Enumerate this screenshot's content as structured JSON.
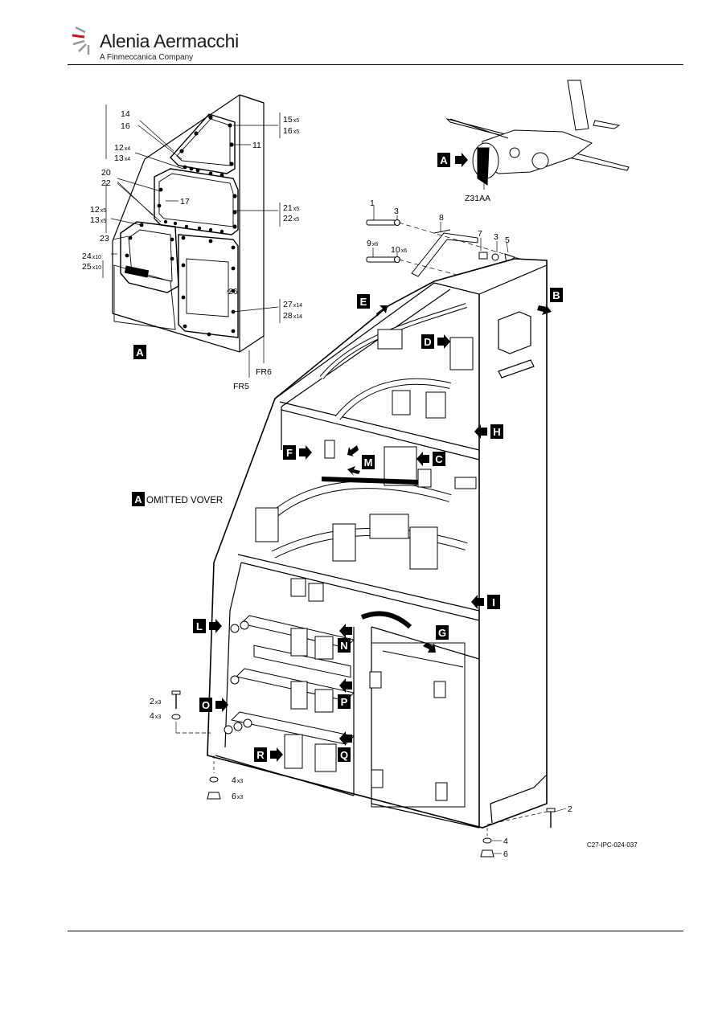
{
  "header": {
    "brand_name": "Alenia Aermacchi",
    "brand_sub": "A Finmeccanica Company"
  },
  "aircraft": {
    "zone": "Z31AA",
    "view_letter": "A"
  },
  "cover_panel": {
    "view_letter": "A",
    "callouts": [
      {
        "id": "c14",
        "num": "14",
        "qty": ""
      },
      {
        "id": "c16",
        "num": "16",
        "qty": ""
      },
      {
        "id": "c12a",
        "num": "12",
        "qty": "x4"
      },
      {
        "id": "c13a",
        "num": "13",
        "qty": "x4"
      },
      {
        "id": "c20",
        "num": "20",
        "qty": ""
      },
      {
        "id": "c22",
        "num": "22",
        "qty": ""
      },
      {
        "id": "c12b",
        "num": "12",
        "qty": "x5"
      },
      {
        "id": "c13b",
        "num": "13",
        "qty": "x5"
      },
      {
        "id": "c23",
        "num": "23",
        "qty": ""
      },
      {
        "id": "c24",
        "num": "24",
        "qty": "x10"
      },
      {
        "id": "c25",
        "num": "25",
        "qty": "x10"
      },
      {
        "id": "c15",
        "num": "15",
        "qty": "x5"
      },
      {
        "id": "c16b",
        "num": "16",
        "qty": "x5"
      },
      {
        "id": "c11",
        "num": "11",
        "qty": ""
      },
      {
        "id": "c17",
        "num": "17",
        "qty": ""
      },
      {
        "id": "c21",
        "num": "21",
        "qty": "x5"
      },
      {
        "id": "c22b",
        "num": "22",
        "qty": "x5"
      },
      {
        "id": "c26",
        "num": "26",
        "qty": ""
      },
      {
        "id": "c27",
        "num": "27",
        "qty": "x14"
      },
      {
        "id": "c28",
        "num": "28",
        "qty": "x14"
      }
    ],
    "frames": [
      "FR6",
      "FR5"
    ]
  },
  "omitted_note": {
    "letter": "A",
    "text": "OMITTED VOVER"
  },
  "bracket": {
    "callouts": [
      {
        "id": "b1",
        "num": "1",
        "qty": ""
      },
      {
        "id": "b3",
        "num": "3",
        "qty": ""
      },
      {
        "id": "b8",
        "num": "8",
        "qty": ""
      },
      {
        "id": "b7",
        "num": "7",
        "qty": ""
      },
      {
        "id": "b3b",
        "num": "3",
        "qty": ""
      },
      {
        "id": "b5",
        "num": "5",
        "qty": ""
      },
      {
        "id": "b9",
        "num": "9",
        "qty": "x6"
      },
      {
        "id": "b10",
        "num": "10",
        "qty": "x6"
      }
    ]
  },
  "detail_flags": [
    "A",
    "B",
    "C",
    "D",
    "E",
    "F",
    "G",
    "H",
    "I",
    "L",
    "M",
    "N",
    "O",
    "P",
    "Q",
    "R"
  ],
  "hardware": {
    "left": [
      {
        "id": "h2",
        "num": "2",
        "qty": "x3"
      },
      {
        "id": "h4",
        "num": "4",
        "qty": "x3"
      },
      {
        "id": "h4b",
        "num": "4",
        "qty": "x3"
      },
      {
        "id": "h6",
        "num": "6",
        "qty": "x3"
      }
    ],
    "right": [
      {
        "id": "r2",
        "num": "2",
        "qty": ""
      },
      {
        "id": "r4",
        "num": "4",
        "qty": ""
      },
      {
        "id": "r6",
        "num": "6",
        "qty": ""
      }
    ]
  },
  "figure_code": "C27-IPC-024-037"
}
